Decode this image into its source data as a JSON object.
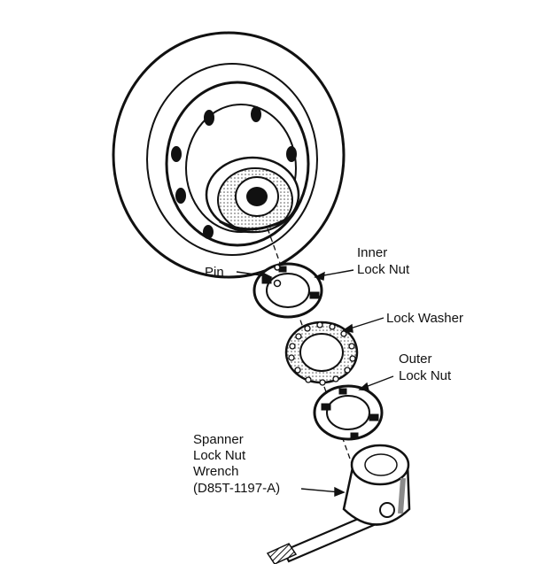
{
  "colors": {
    "ink": "#111111",
    "paper": "#ffffff",
    "shade": "#8a8a8a"
  },
  "labels": {
    "inner_lock_nut": [
      "Inner",
      "Lock Nut"
    ],
    "pin": "Pin",
    "lock_washer": "Lock Washer",
    "outer_lock_nut": [
      "Outer",
      "Lock Nut"
    ],
    "spanner_wrench": [
      "Spanner",
      "Lock Nut",
      "Wrench",
      "(D85T-1197-A)"
    ]
  }
}
